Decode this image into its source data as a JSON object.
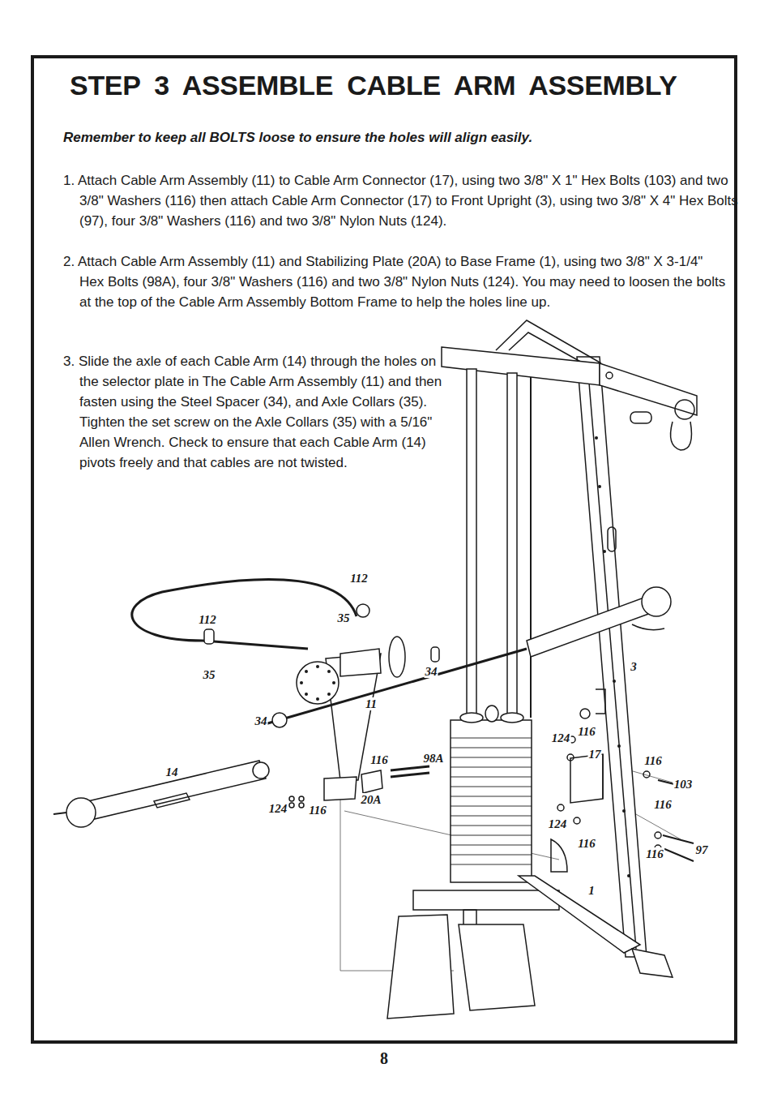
{
  "diagram": {
    "title": "STEP 3 ASSEMBLE CABLE ARM ASSEMBLY",
    "labels": [
      "Remember to keep all BOLTS loose to ensure the holes will align easily.",
      "1. Attach Cable Arm Assembly (11) to Cable Arm Connector (17), using two 3/8\" X 1\" Hex Bolts (103) and two 3/8\" Washers (116) then attach Cable Arm Connector (17) to Front Upright (3), using two 3/8\" X 4\" Hex Bolts (97), four 3/8\" Washers (116) and two 3/8\" Nylon Nuts (124).",
      "2. Attach Cable Arm Assembly (11) and Stabilizing Plate (20A) to Base Frame (1), using two 3/8\" X 3-1/4\" Hex Bolts (98A), four 3/8\" Washers (116) and two 3/8\" Nylon Nuts (124). You may need to loosen the bolts at the top of the Cable Arm Assembly Bottom Frame to help the holes line up.",
      "3. Slide the axle of each Cable Arm (14) through the holes on the selector plate in The Cable Arm Assembly (11) and then fasten using the Steel Spacer (34), and Axle Collars (35). Tighten the set screw on the Axle Collars (35) with a 5/16\" Allen Wrench. Check to ensure that each Cable Arm (14) pivots freely and that cables are not twisted.",
      "112",
      "112",
      "35",
      "35",
      "34",
      "34",
      "11",
      "14",
      "116",
      "98A",
      "124",
      "116",
      "20A",
      "124",
      "116",
      "17",
      "116",
      "103",
      "116",
      "124",
      "116",
      "116",
      "97",
      "3",
      "1",
      "8"
    ]
  }
}
